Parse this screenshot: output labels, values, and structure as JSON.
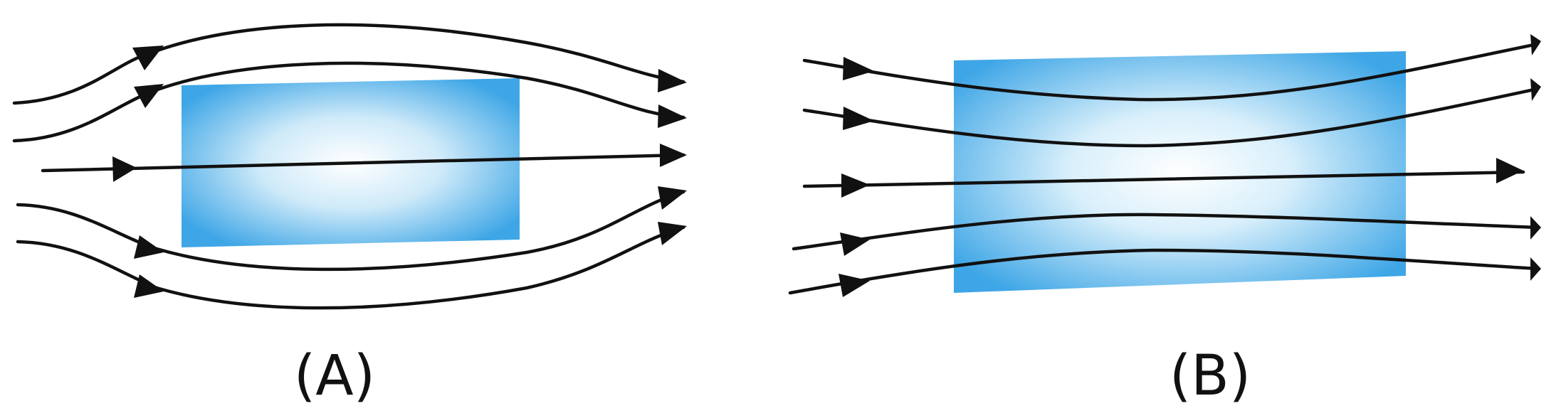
{
  "panels": [
    {
      "id": "A",
      "label": "(A)",
      "block_color": "#3ea6e6"
    },
    {
      "id": "B",
      "label": "(B)",
      "block_color": "#3ea6e6"
    }
  ]
}
